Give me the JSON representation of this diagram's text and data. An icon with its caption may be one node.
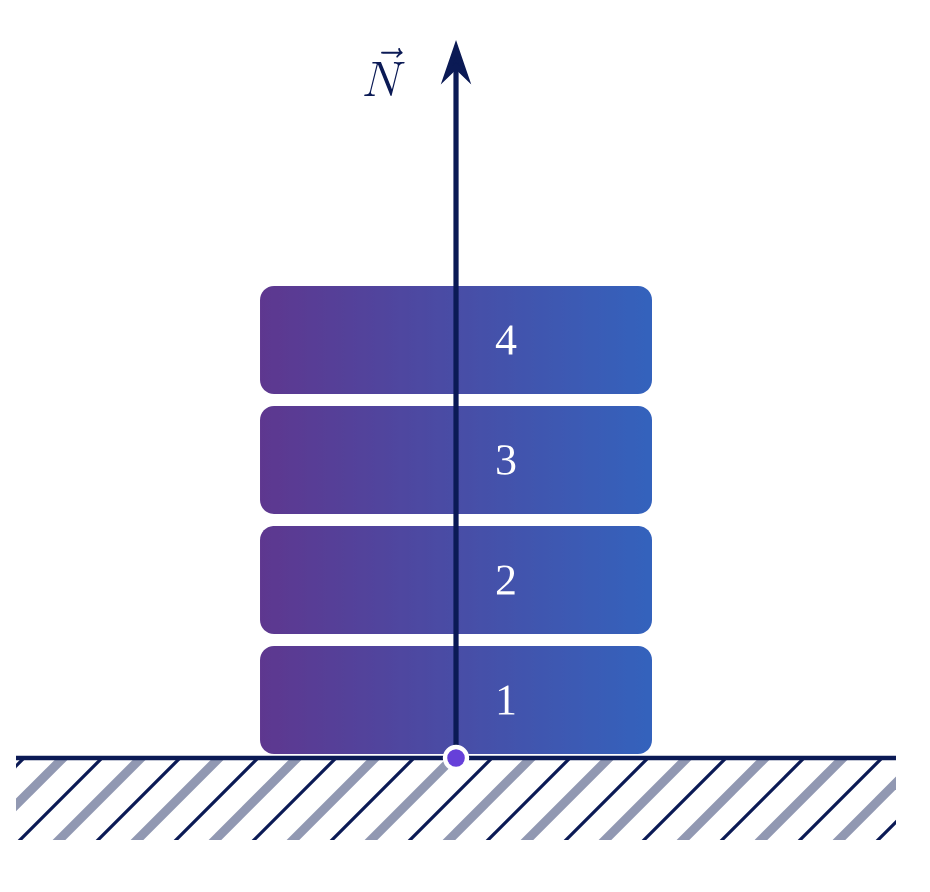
{
  "diagram": {
    "nodes": [
      {
        "text": [
          "4"
        ]
      },
      {
        "text": [
          "3"
        ]
      },
      {
        "text": [
          "2"
        ]
      },
      {
        "text": [
          "1"
        ]
      }
    ],
    "labels": [
      "\\vec{N}"
    ]
  }
}
